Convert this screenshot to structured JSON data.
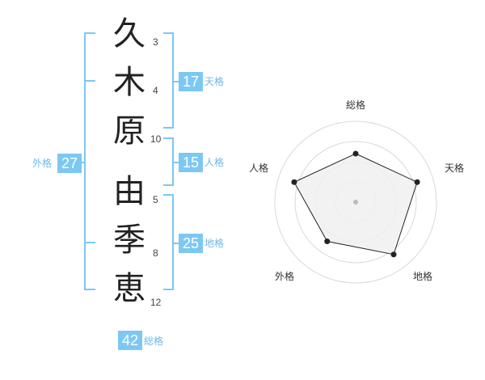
{
  "name": {
    "chars": [
      {
        "char": "久",
        "strokes": "3"
      },
      {
        "char": "木",
        "strokes": "4"
      },
      {
        "char": "原",
        "strokes": "10"
      },
      {
        "char": "由",
        "strokes": "5"
      },
      {
        "char": "季",
        "strokes": "8"
      },
      {
        "char": "恵",
        "strokes": "12"
      }
    ]
  },
  "kakusu": {
    "tenkaku": {
      "value": "17",
      "label": "天格"
    },
    "jinkaku": {
      "value": "15",
      "label": "人格"
    },
    "chikaku": {
      "value": "25",
      "label": "地格"
    },
    "gaikaku": {
      "value": "27",
      "label": "外格"
    },
    "soukaku": {
      "value": "42",
      "label": "総格"
    }
  },
  "chart_data": {
    "type": "radar",
    "axes": [
      "総格",
      "天格",
      "地格",
      "外格",
      "人格"
    ],
    "values": [
      0.6,
      0.8,
      0.8,
      0.6,
      0.8
    ],
    "rings": 4,
    "grid": true,
    "colors": {
      "fill": "#f0f0f0",
      "stroke": "#222222",
      "grid": "#d9d9d9"
    }
  },
  "colors": {
    "accent": "#7cc8f2"
  }
}
